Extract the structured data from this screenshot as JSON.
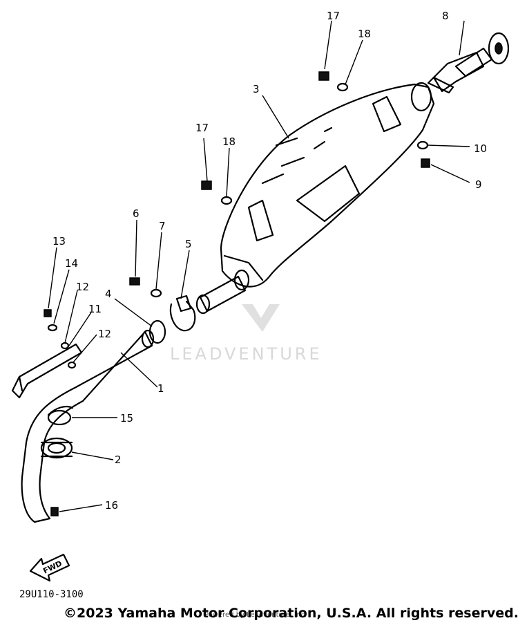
{
  "diagram": {
    "callouts": [
      {
        "id": "c1",
        "text": "1"
      },
      {
        "id": "c2",
        "text": "2"
      },
      {
        "id": "c3",
        "text": "3"
      },
      {
        "id": "c4",
        "text": "4"
      },
      {
        "id": "c5",
        "text": "5"
      },
      {
        "id": "c6",
        "text": "6"
      },
      {
        "id": "c7",
        "text": "7"
      },
      {
        "id": "c8",
        "text": "8"
      },
      {
        "id": "c9",
        "text": "9"
      },
      {
        "id": "c10",
        "text": "10"
      },
      {
        "id": "c11",
        "text": "11"
      },
      {
        "id": "c12a",
        "text": "12"
      },
      {
        "id": "c12b",
        "text": "12"
      },
      {
        "id": "c13",
        "text": "13"
      },
      {
        "id": "c14",
        "text": "14"
      },
      {
        "id": "c15",
        "text": "15"
      },
      {
        "id": "c16",
        "text": "16"
      },
      {
        "id": "c17a",
        "text": "17"
      },
      {
        "id": "c17b",
        "text": "17"
      },
      {
        "id": "c18a",
        "text": "18"
      },
      {
        "id": "c18b",
        "text": "18"
      }
    ],
    "fwd_label": "FWD",
    "part_code": "29U110-3100"
  },
  "watermark": {
    "text": "LEADVENTURE"
  },
  "footer": {
    "copyright": "©2023 Yamaha Motor Corporation, U.S.A. All rights reserved.",
    "credit": "Powered by Leadventure, Inc."
  }
}
